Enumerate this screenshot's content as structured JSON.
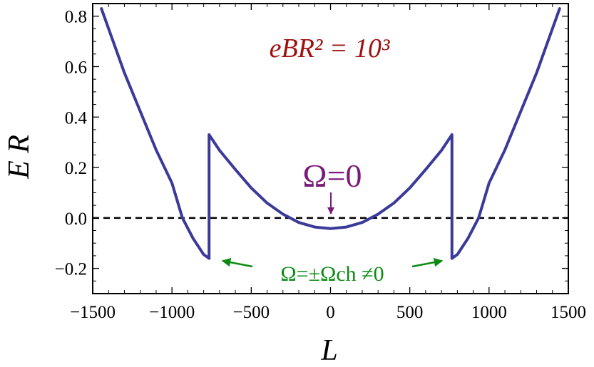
{
  "chart_data": {
    "type": "line",
    "xlabel": "L",
    "ylabel": "E R",
    "xlim": [
      -1500,
      1500
    ],
    "ylim": [
      -0.3,
      0.85
    ],
    "x_ticks": [
      "−1500",
      "−1000",
      "−500",
      "0",
      "500",
      "1000",
      "1500"
    ],
    "y_ticks": [
      "−0.2",
      "0.0",
      "0.2",
      "0.4",
      "0.6",
      "0.8"
    ],
    "series": [
      {
        "color": "#3a3a99",
        "segments": [
          {
            "x": [
              -1445,
              -1300,
              -1100,
              -1000,
              -934,
              -868,
              -800,
              -766
            ],
            "y": [
              0.83,
              0.575,
              0.27,
              0.138,
              0.0,
              -0.08,
              -0.145,
              -0.16
            ]
          },
          {
            "x": [
              -766,
              -766,
              -700,
              -600,
              -500,
              -400,
              -300,
              -200,
              -100,
              0,
              100,
              200,
              300,
              400,
              500,
              600,
              700,
              766,
              766
            ],
            "y": [
              -0.16,
              0.33,
              0.268,
              0.192,
              0.119,
              0.059,
              0.015,
              -0.018,
              -0.036,
              -0.042,
              -0.036,
              -0.018,
              0.015,
              0.059,
              0.119,
              0.192,
              0.268,
              0.33,
              -0.16
            ]
          },
          {
            "x": [
              766,
              800,
              868,
              934,
              1000,
              1100,
              1300,
              1445
            ],
            "y": [
              -0.16,
              -0.145,
              -0.08,
              0.0,
              0.138,
              0.27,
              0.575,
              0.83
            ]
          }
        ]
      }
    ],
    "reference_line": {
      "y": 0.0,
      "style": "dashed",
      "color": "#000000"
    },
    "annotations": {
      "title_formula": {
        "text": "eBR² = 10³",
        "color": "#a01010"
      },
      "omega_zero": {
        "text": "Ω=0",
        "color": "#7a1a7a",
        "points_to_x": 0
      },
      "omega_ch": {
        "text": "Ω=±Ωch ≠0",
        "color": "#0b8a12",
        "points_to_x": [
          -766,
          766
        ]
      }
    },
    "grid": false
  }
}
